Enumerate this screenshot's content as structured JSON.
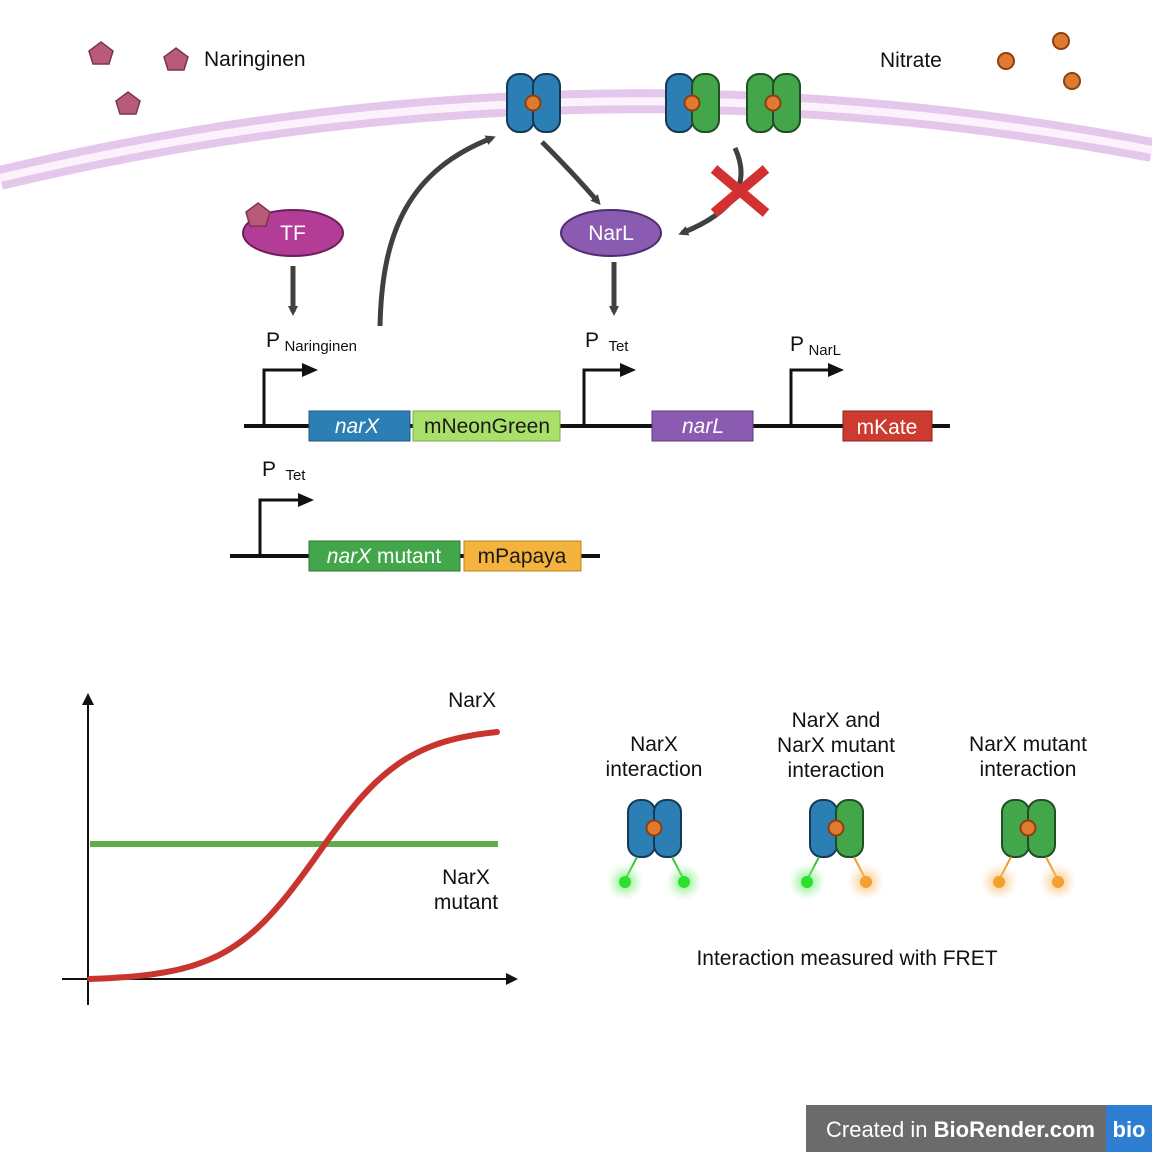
{
  "labels": {
    "naringinen": "Naringinen",
    "nitrate": "Nitrate",
    "tf": "TF",
    "narl_protein": "NarL"
  },
  "promoters": {
    "p_naringinen": {
      "main": "P",
      "sub": "Naringinen"
    },
    "p_tet_top": {
      "main": "P",
      "sub": "Tet"
    },
    "p_narl": {
      "main": "P",
      "sub": "NarL"
    },
    "p_tet_bottom": {
      "main": "P",
      "sub": "Tet"
    }
  },
  "genes": {
    "narx": "narX",
    "mneongreen": "mNeonGreen",
    "narl": "narL",
    "mkate": "mKate",
    "narx_mutant_italic": "narX",
    "narx_mutant_suffix": " mutant",
    "mpapaya": "mPapaya"
  },
  "chart_data": {
    "type": "line",
    "title": "",
    "xlabel": "",
    "ylabel": "",
    "series": [
      {
        "name": "NarX",
        "label_lines": [
          "NarX"
        ],
        "color": "#c8342e",
        "shape": "sigmoid"
      },
      {
        "name": "NarX mutant",
        "label_lines": [
          "NarX",
          "mutant"
        ],
        "color": "#5fad47",
        "shape": "constant"
      }
    ]
  },
  "fret": {
    "panels": [
      {
        "title_lines": [
          "NarX",
          "interaction"
        ],
        "left": "blue",
        "right": "blue",
        "dot_left": "green",
        "dot_right": "green"
      },
      {
        "title_lines": [
          "NarX and",
          "NarX mutant",
          "interaction"
        ],
        "left": "blue",
        "right": "green",
        "dot_left": "green",
        "dot_right": "orange"
      },
      {
        "title_lines": [
          "NarX mutant",
          "interaction"
        ],
        "left": "green",
        "right": "green",
        "dot_left": "orange",
        "dot_right": "orange"
      }
    ],
    "caption": "Interaction measured with FRET"
  },
  "footer": {
    "prefix": "Created in ",
    "brand": "BioRender.com",
    "badge": "bio"
  },
  "colors": {
    "narx_blue": "#2b7fb5",
    "mutant_green": "#44a64a",
    "tf_magenta": "#b23c96",
    "narl_purple": "#8a5bb0",
    "mkate_red": "#cc3a30",
    "mneongreen": "#a9e06a",
    "mpapaya": "#f3b33d",
    "ligand_orange": "#e07a30",
    "naringinen_pink": "#b85a78",
    "membrane": "#e6c7ec"
  }
}
